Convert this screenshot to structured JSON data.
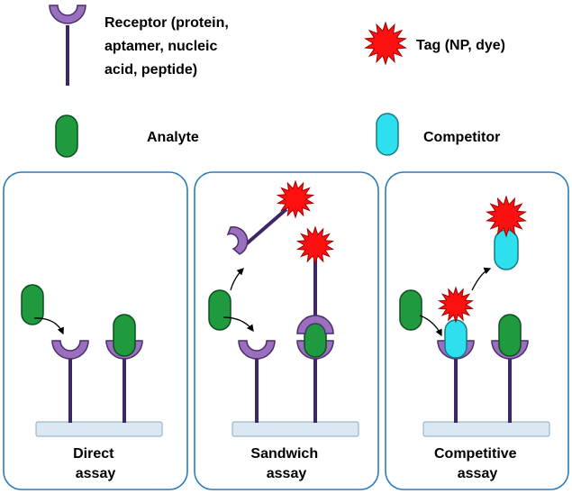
{
  "legend": {
    "receptor_lines": [
      "Receptor (protein,",
      "aptamer, nucleic",
      "acid, peptide)"
    ],
    "tag": "Tag (NP, dye)",
    "analyte": "Analyte",
    "competitor": "Competitor"
  },
  "panels": [
    {
      "title_lines": [
        "Direct",
        "assay"
      ]
    },
    {
      "title_lines": [
        "Sandwich",
        "assay"
      ]
    },
    {
      "title_lines": [
        "Competitive",
        "assay"
      ]
    }
  ],
  "colors": {
    "receptor_fill": "#9a6fbd",
    "receptor_stroke": "#4b2d6e",
    "stem": "#3d2766",
    "analyte_fill": "#1f9a3f",
    "analyte_stroke": "#0d4f1f",
    "competitor_fill": "#2ee0ee",
    "competitor_stroke": "#137c86",
    "tag_fill": "#ff1010",
    "tag_stroke": "#a00000",
    "panel_border": "#2a7cc0",
    "substrate_fill": "#dbe8f4",
    "substrate_stroke": "#8aa8c6"
  }
}
